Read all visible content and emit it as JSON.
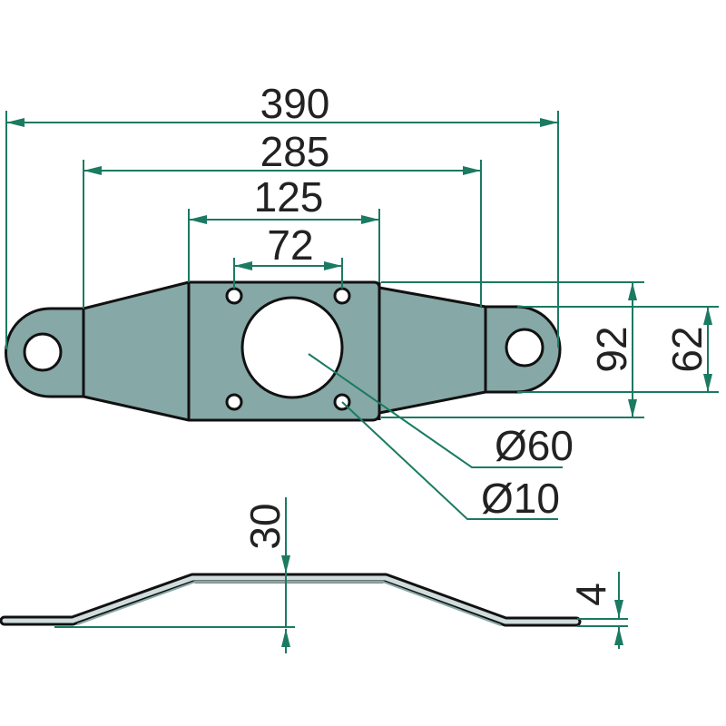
{
  "drawing": {
    "title": "Blade holder plate dimensions",
    "colors": {
      "dimension": "#1b7a62",
      "part_fill": "#86a8a6",
      "outline": "#111111"
    },
    "top_view": {
      "dimensions": {
        "overall_length": "390",
        "lobe_length": "285",
        "plate_length": "125",
        "hole_spacing": "72",
        "plate_width": "92",
        "lobe_width": "62",
        "center_hole": "Ø60",
        "bolt_hole": "Ø10"
      }
    },
    "side_view": {
      "dimensions": {
        "offset_height": "30",
        "thickness": "4"
      }
    }
  }
}
